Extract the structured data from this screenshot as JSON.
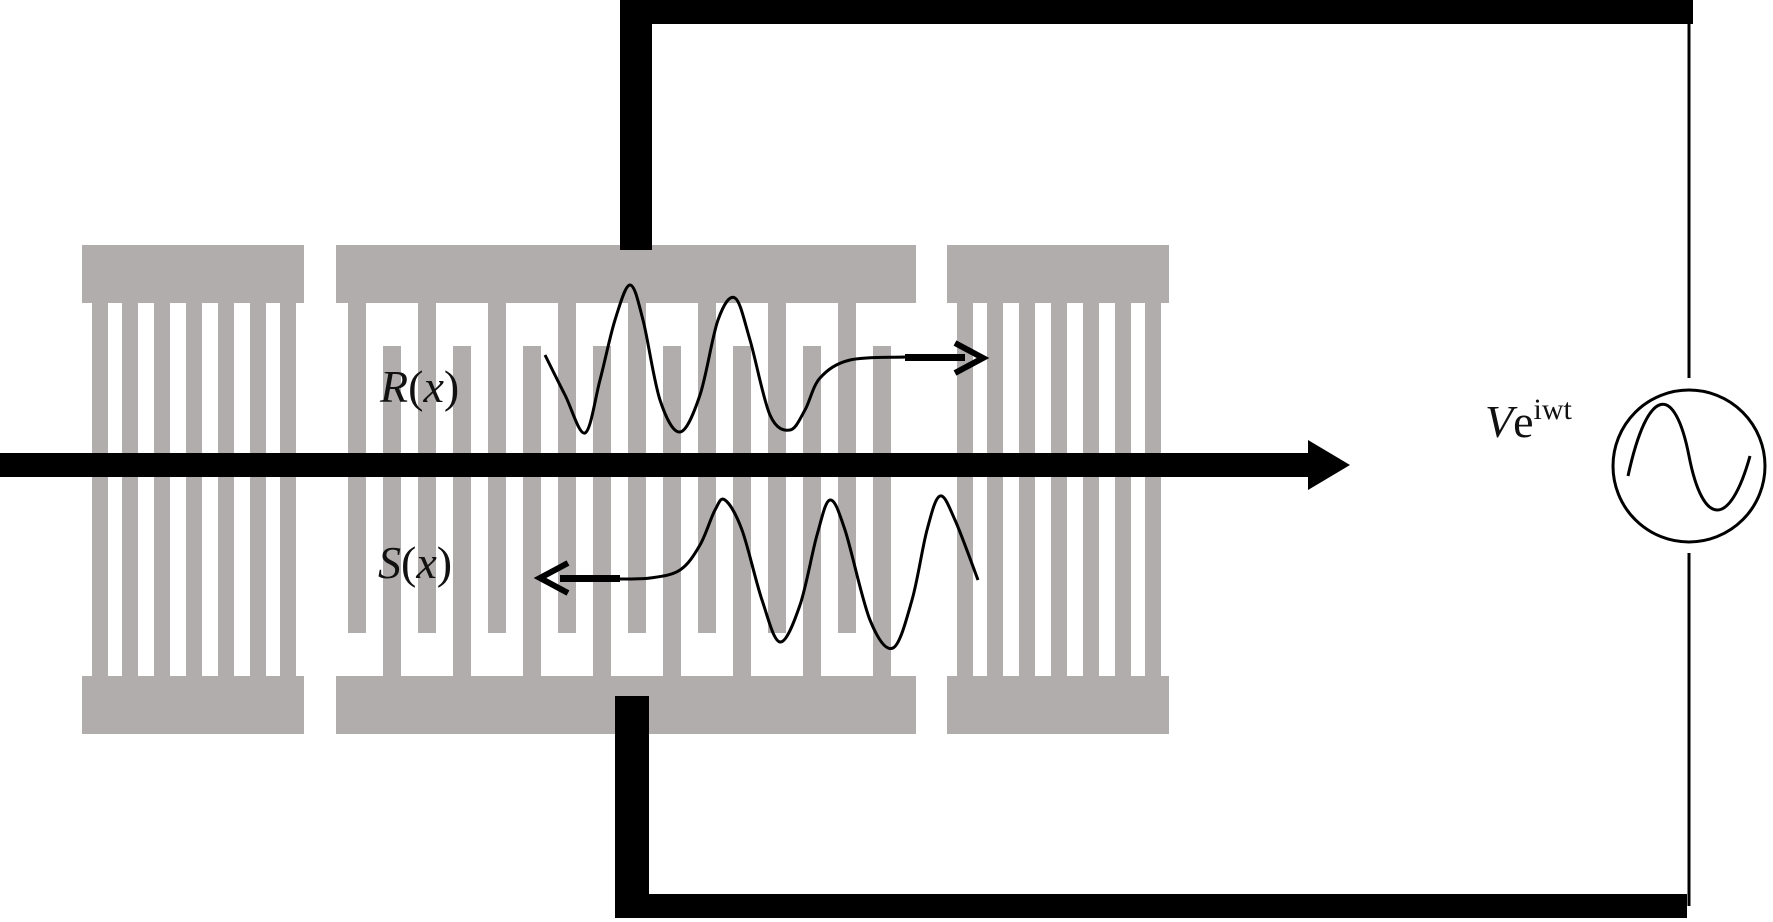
{
  "labels": {
    "r_func": "R",
    "r_arg": "x",
    "s_func": "S",
    "s_arg": "x",
    "source_v": "V",
    "source_e": "e",
    "source_exp": "iwt"
  },
  "colors": {
    "electrode": "#b2adad",
    "ink": "#000000"
  },
  "icons": {
    "source": "ac-source-sine-icon",
    "arrow_right": "arrow-right-icon",
    "arrow_left": "arrow-left-icon"
  }
}
